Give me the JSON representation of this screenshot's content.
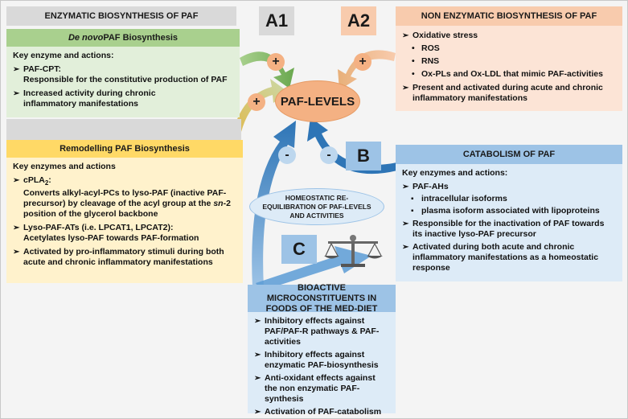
{
  "left": {
    "enzymatic_header": "ENZYMATIC BIOSYNTHESIS OF PAF",
    "denovo_header_em": "De novo",
    "denovo_header_rest": " PAF Biosynthesis",
    "denovo_key": "Key enzyme and actions:",
    "denovo_items": [
      {
        "title": "PAF-CPT:",
        "desc": "Responsible for the constitutive production of PAF"
      },
      {
        "title": "Increased activity during chronic inflammatory manifestations",
        "desc": ""
      }
    ],
    "remodel_header": "Remodelling PAF Biosynthesis",
    "remodel_key": "Key enzymes and actions",
    "cpla2": "cPLA",
    "cpla2_sub": "2",
    "cpla2_colon": ":",
    "cpla2_desc_1": "Converts alkyl-acyl-PCs to lyso-PAF (inactive PAF-precursor) by cleavage of the acyl group at the ",
    "cpla2_desc_em": "sn",
    "cpla2_desc_2": "-2 position of the glycerol backbone",
    "lyso_title": "Lyso-PAF-ATs (i.e. LPCAT1, LPCAT2):",
    "lyso_desc": "Acetylates lyso-PAF towards PAF-formation",
    "activated": "Activated by pro-inflammatory stimuli during both acute and chronic inflammatory manifestations"
  },
  "labels": {
    "a1": "A1",
    "a2": "A2",
    "b": "B",
    "c": "C"
  },
  "signs": {
    "plus": "+",
    "minus": "-"
  },
  "center": {
    "paf_levels": "PAF-LEVELS",
    "homeostatic": "HOMEOSTATIC RE-EQUILIBRATION OF PAF-LEVELS AND ACTIVITIES"
  },
  "right_top": {
    "header": "NON ENZYMATIC BIOSYNTHESIS OF PAF",
    "oxidative": "Oxidative stress",
    "sub": [
      "ROS",
      "RNS",
      "Ox-PLs and Ox-LDL that mimic PAF-activities"
    ],
    "present": "Present and activated during acute and chronic inflammatory manifestations"
  },
  "catabolism": {
    "header": "CATABOLISM OF PAF",
    "key": "Key enzymes and actions:",
    "pafah": "PAF-AHs",
    "sub": [
      "intracellular isoforms",
      "plasma isoform associated with lipoproteins"
    ],
    "responsible": "Responsible for the inactivation of PAF towards its inactive lyso-PAF precursor",
    "activated": "Activated during both acute and chronic inflammatory manifestations as a homeostatic response"
  },
  "bioactive": {
    "header": "BIOACTIVE MICROCONSTITUENTS IN FOODS OF THE MED-DIET",
    "items": [
      "Inhibitory effects against PAF/PAF-R pathways & PAF-activities",
      "Inhibitory effects against enzymatic PAF-biosynthesis",
      "Anti-oxidant effects against the non enzymatic PAF-synthesis",
      "Activation of PAF-catabolism"
    ]
  },
  "colors": {
    "gray_header": "#d9d9d9",
    "green_header": "#a9d08e",
    "green_body": "#e2efda",
    "yellow_header": "#ffd966",
    "yellow_body": "#fff2cc",
    "orange_header": "#f8cbad",
    "orange_body": "#fce4d6",
    "blue_header": "#9dc3e6",
    "blue_body": "#ddebf7",
    "paf_ellipse": "#f4b183"
  }
}
